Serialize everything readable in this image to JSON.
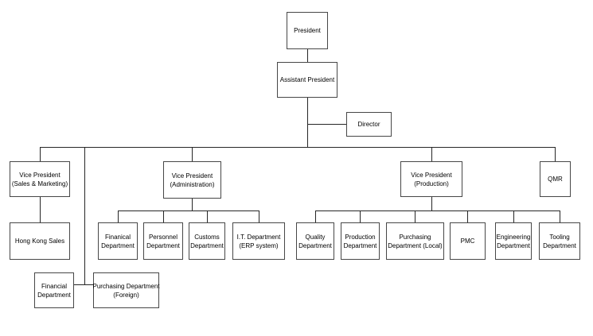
{
  "diagram": {
    "type": "org-chart",
    "background_color": "#ffffff",
    "box_border_color": "#474747",
    "line_color": "#262626",
    "text_color": "#000000",
    "nodes": {
      "president": {
        "label": "President"
      },
      "assistant_president": {
        "label": "Assistant President"
      },
      "director": {
        "label": "Director"
      },
      "vp_sales_marketing": {
        "label": "Vice President\n(Sales & Marketing)"
      },
      "vp_administration": {
        "label": "Vice President\n(Administration)"
      },
      "vp_production": {
        "label": "Vice President\n(Production)"
      },
      "qmr": {
        "label": "QMR"
      },
      "hong_kong_sales": {
        "label": "Hong Kong Sales"
      },
      "finanical_department": {
        "label": "Finanical\nDepartment"
      },
      "personnel_department": {
        "label": "Personnel\nDepartment"
      },
      "customs_department": {
        "label": "Customs\nDepartment"
      },
      "it_department": {
        "label": "I.T. Department\n(ERP system)"
      },
      "quality_department": {
        "label": "Quality\nDepartment"
      },
      "production_department": {
        "label": "Production\nDepartment"
      },
      "purchasing_department_local": {
        "label": "Purchasing\nDepartment (Local)"
      },
      "pmc": {
        "label": "PMC"
      },
      "engineering_department": {
        "label": "Engineering\nDepartment"
      },
      "tooling_department": {
        "label": "Tooling\nDepartment"
      },
      "financial_department": {
        "label": "Financial\nDepartment"
      },
      "purchasing_department_foreign": {
        "label": "Purchasing Department\n(Foreign)"
      }
    },
    "edges": [
      {
        "from": "president",
        "to": "assistant_president"
      },
      {
        "from": "assistant_president",
        "to": "director"
      },
      {
        "from": "assistant_president",
        "to": "vp_sales_marketing"
      },
      {
        "from": "assistant_president",
        "to": "financial_department"
      },
      {
        "from": "assistant_president",
        "to": "purchasing_department_foreign"
      },
      {
        "from": "assistant_president",
        "to": "vp_administration"
      },
      {
        "from": "assistant_president",
        "to": "vp_production"
      },
      {
        "from": "assistant_president",
        "to": "qmr"
      },
      {
        "from": "vp_sales_marketing",
        "to": "hong_kong_sales"
      },
      {
        "from": "vp_administration",
        "to": "finanical_department"
      },
      {
        "from": "vp_administration",
        "to": "personnel_department"
      },
      {
        "from": "vp_administration",
        "to": "customs_department"
      },
      {
        "from": "vp_administration",
        "to": "it_department"
      },
      {
        "from": "vp_production",
        "to": "quality_department"
      },
      {
        "from": "vp_production",
        "to": "production_department"
      },
      {
        "from": "vp_production",
        "to": "purchasing_department_local"
      },
      {
        "from": "vp_production",
        "to": "pmc"
      },
      {
        "from": "vp_production",
        "to": "engineering_department"
      },
      {
        "from": "vp_production",
        "to": "tooling_department"
      }
    ]
  }
}
